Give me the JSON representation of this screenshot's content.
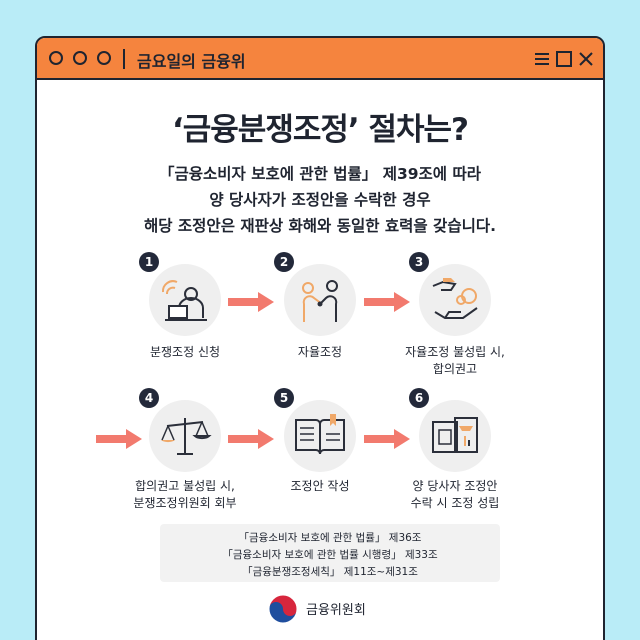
{
  "window": {
    "title": "금요일의 금융위"
  },
  "headline": "‘금융분쟁조정’ 절차는?",
  "intro_lines": [
    "「금융소비자 보호에 관한 법률」 제39조에 따라",
    "양 당사자가 조정안을 수락한 경우",
    "해당 조정안은 재판상 화해와 동일한 효력을 갖습니다."
  ],
  "steps": [
    {
      "number": "1",
      "label": "분쟁조정 신청",
      "icon": "person-laptop-icon"
    },
    {
      "number": "2",
      "label": "자율조정",
      "icon": "handshake-icon"
    },
    {
      "number": "3",
      "label_lines": [
        "자율조정 불성립 시,",
        "합의권고"
      ],
      "icon": "hands-coins-icon"
    },
    {
      "number": "4",
      "label_lines": [
        "합의권고 불성립 시,",
        "분쟁조정위원회 회부"
      ],
      "icon": "scales-icon"
    },
    {
      "number": "5",
      "label": "조정안 작성",
      "icon": "open-book-icon"
    },
    {
      "number": "6",
      "label_lines": [
        "양 당사자 조정안",
        "수락 시 조정 성립"
      ],
      "icon": "documents-icon"
    }
  ],
  "references": [
    "「금융소비자 보호에 관한 법률」 제36조",
    "「금융소비자 보호에 관한 법률 시행령」 제33조",
    "「금융분쟁조정세칙」 제11조~제31조"
  ],
  "footer": {
    "org_name": "금융위원회",
    "logo_icon": "taegeuk-logo-icon"
  },
  "colors": {
    "background": "#b9ecf7",
    "titlebar": "#f5843e",
    "arrow": "#f27a6e",
    "badge": "#23293a",
    "accent_orange": "#f0a868",
    "logo_red": "#d7263d",
    "logo_blue": "#1f4e9e"
  }
}
